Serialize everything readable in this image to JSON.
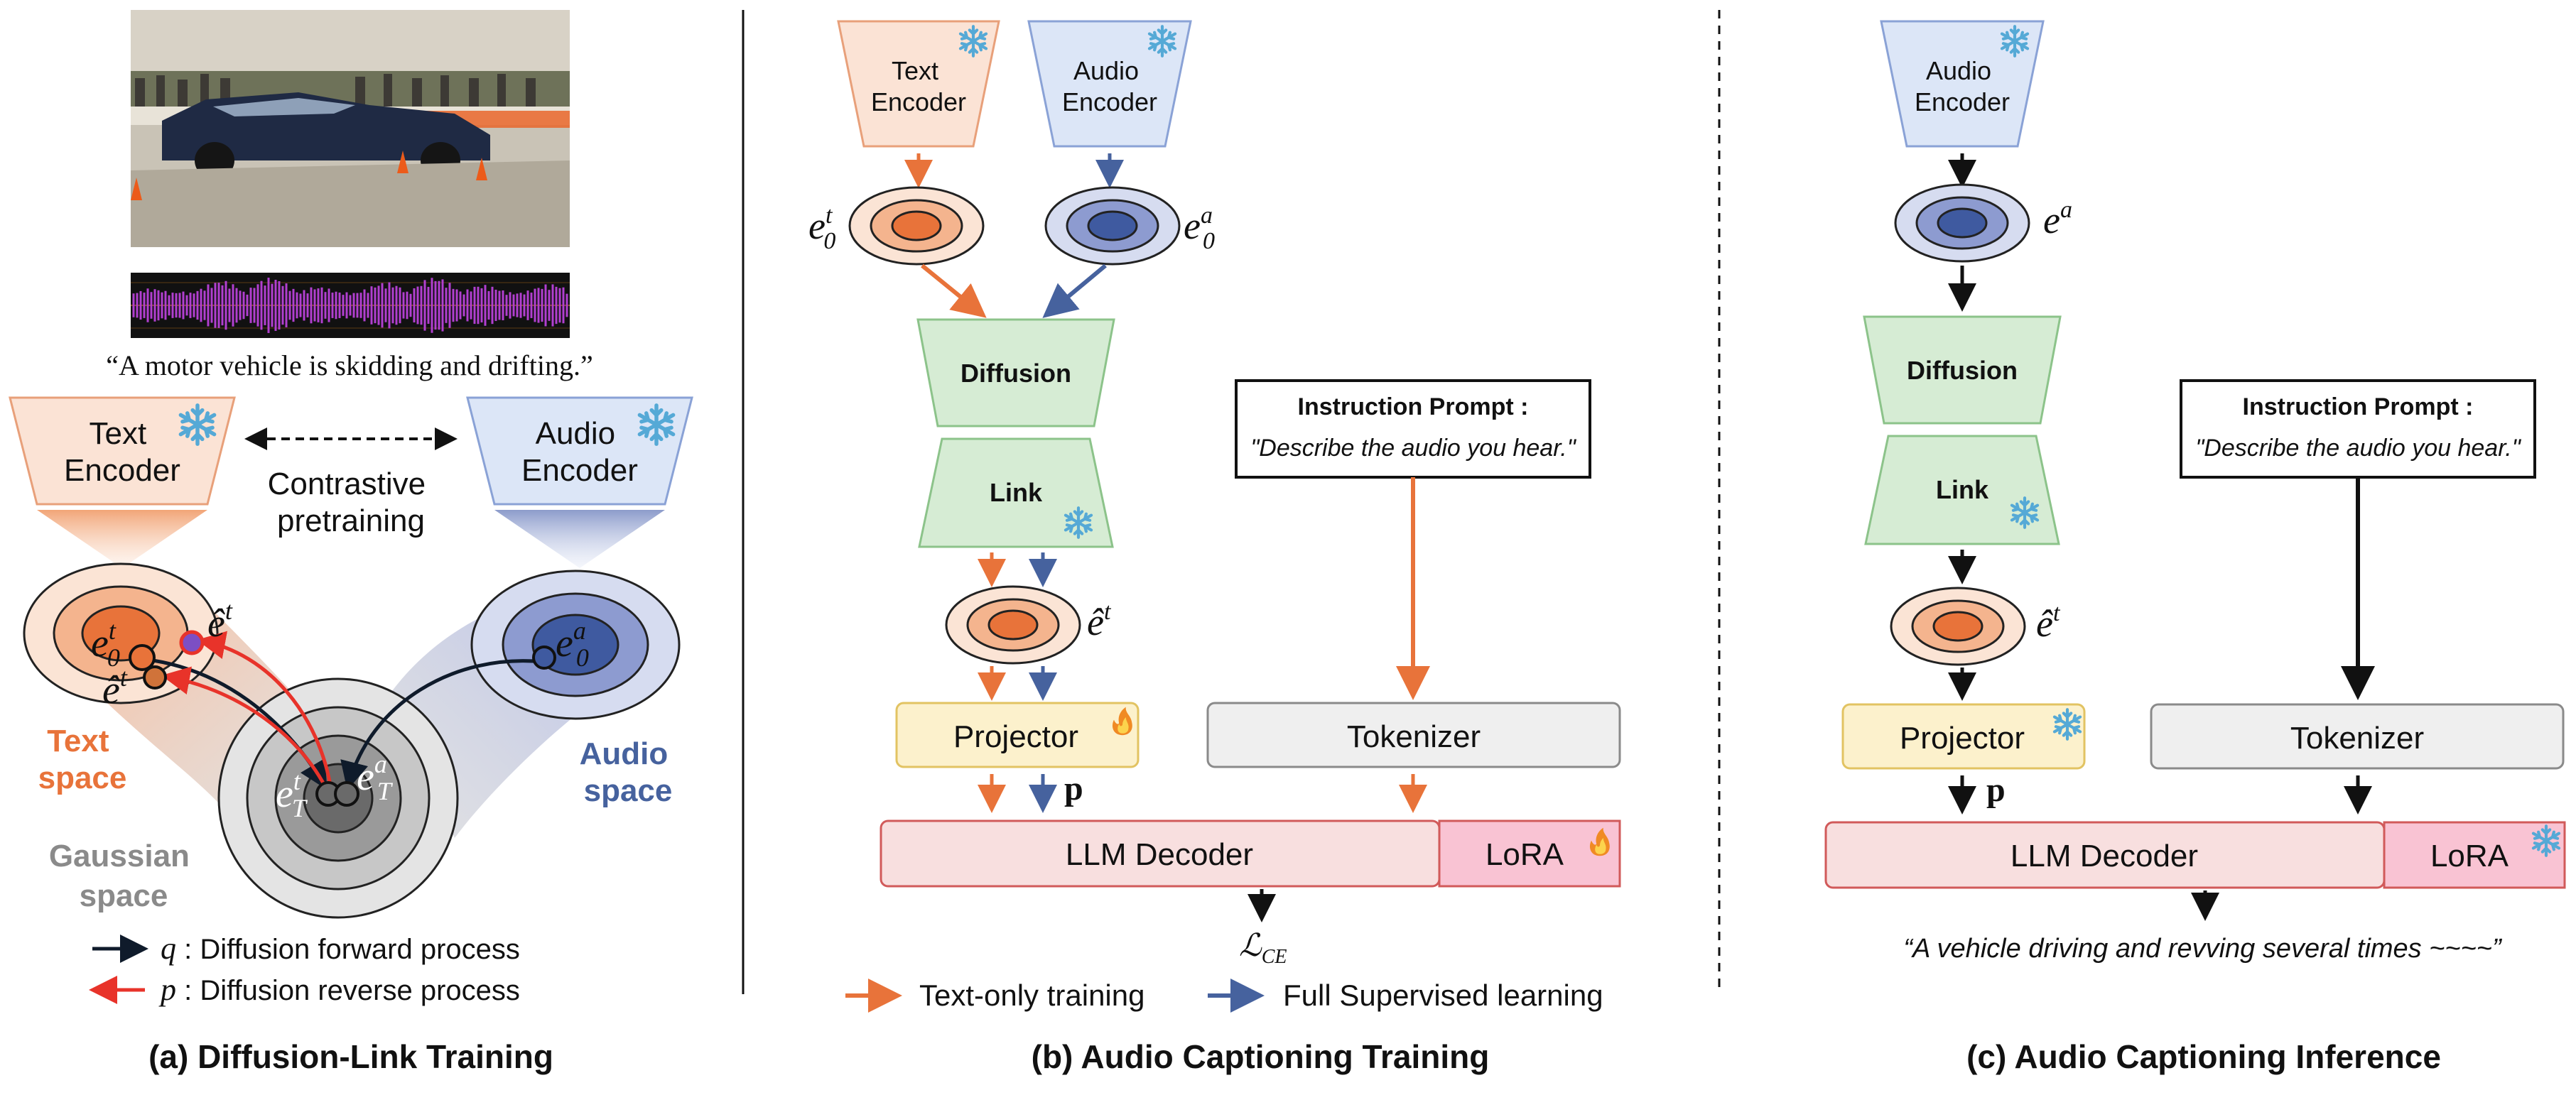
{
  "panel_a": {
    "caption": "(a) Diffusion-Link Training",
    "quote": "“A motor vehicle is skidding and drifting.”",
    "text_encoder": [
      "Text",
      "Encoder"
    ],
    "audio_encoder": [
      "Audio",
      "Encoder"
    ],
    "contrastive": [
      "Contrastive",
      "pretraining"
    ],
    "text_space": [
      "Text",
      "space"
    ],
    "audio_space": [
      "Audio",
      "space"
    ],
    "gaussian_space": [
      "Gaussian",
      "space"
    ],
    "sym_e": "e",
    "sym_ehat": "ê",
    "sup_t": "t",
    "sup_a": "a",
    "sub_0": "0",
    "sub_T": "T",
    "legend_q_symbol": "q",
    "legend_q_text": " : Diffusion forward process",
    "legend_p_symbol": "p",
    "legend_p_text": " : Diffusion reverse process"
  },
  "panel_b": {
    "caption": "(b) Audio Captioning Training",
    "text_encoder": [
      "Text",
      "Encoder"
    ],
    "audio_encoder": [
      "Audio",
      "Encoder"
    ],
    "diffusion": "Diffusion",
    "link": "Link",
    "instruction_title": "Instruction Prompt :",
    "instruction_text": "\"Describe the audio you hear.\"",
    "projector": "Projector",
    "tokenizer": "Tokenizer",
    "llm_decoder": "LLM Decoder",
    "lora": "LoRA",
    "p_label": "p",
    "loss_symbol": "ℒ",
    "loss_sub": "CE",
    "legend_text_only": "Text-only training",
    "legend_full": "Full Supervised learning"
  },
  "panel_c": {
    "caption": "(c) Audio Captioning Inference",
    "audio_encoder": [
      "Audio",
      "Encoder"
    ],
    "diffusion": "Diffusion",
    "link": "Link",
    "instruction_title": "Instruction Prompt :",
    "instruction_text": "\"Describe the audio you hear.\"",
    "projector": "Projector",
    "tokenizer": "Tokenizer",
    "llm_decoder": "LLM Decoder",
    "lora": "LoRA",
    "p_label": "p",
    "output_caption": "“A vehicle driving and revving several times ~~~~”"
  },
  "icons": {
    "frozen": "snowflake-icon",
    "trainable": "fire-icon"
  },
  "colors": {
    "text_orange": "#e8733a",
    "audio_blue": "#46629e",
    "diffusion_green": "#d6ecd4",
    "projector_yellow": "#fcf1cc",
    "llm_pink": "#f8dfdf",
    "lora_pink": "#f9c3d3",
    "reverse_red": "#e8332a",
    "forward_black": "#0f1b2b",
    "snowflake": "#55a9d6"
  }
}
